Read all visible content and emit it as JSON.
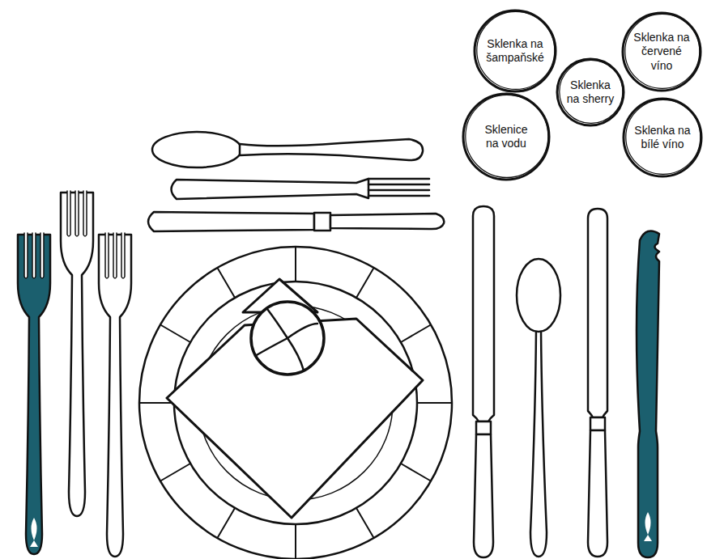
{
  "diagram": {
    "nodes": [
      {
        "text": [
          "Sklenka na šampaňské"
        ]
      },
      {
        "text": [
          "Sklenka na červené víno"
        ]
      },
      {
        "text": [
          "Sklenka na sherry"
        ]
      },
      {
        "text": [
          "Sklenice na vodu"
        ]
      },
      {
        "text": [
          "Sklenka na bílé víno"
        ]
      }
    ]
  }
}
